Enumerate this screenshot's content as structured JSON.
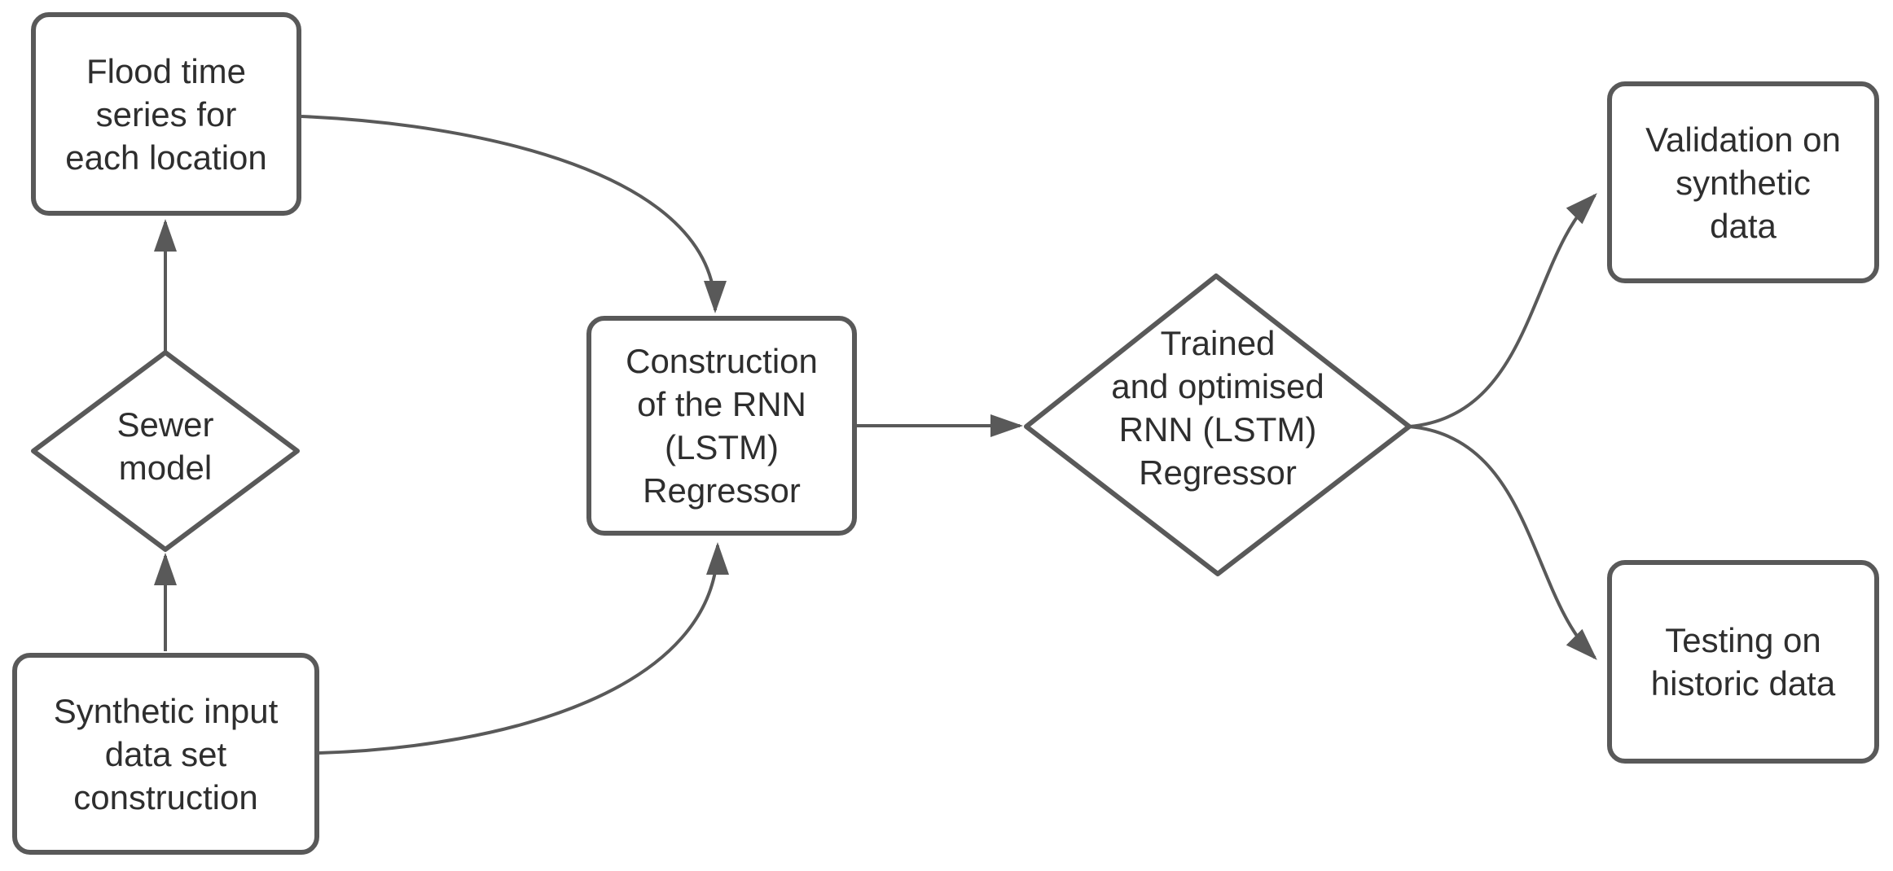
{
  "diagram": {
    "type": "flowchart",
    "background_color": "#ffffff",
    "stroke_color": "#595959",
    "text_color": "#2e2e2e",
    "nodes": {
      "flood": {
        "shape": "rounded-rect",
        "label": "Flood time\nseries for\neach location"
      },
      "sewer": {
        "shape": "diamond",
        "label": "Sewer\nmodel"
      },
      "synthetic": {
        "shape": "rounded-rect",
        "label": "Synthetic input\ndata set\nconstruction"
      },
      "construction": {
        "shape": "rounded-rect",
        "label": "Construction\nof the RNN\n(LSTM)\nRegressor"
      },
      "trained": {
        "shape": "diamond",
        "label": "Trained\nand optimised\nRNN (LSTM)\nRegressor"
      },
      "validation": {
        "shape": "rounded-rect",
        "label": "Validation on\nsynthetic\ndata"
      },
      "testing": {
        "shape": "rounded-rect",
        "label": "Testing on\nhistoric data"
      }
    },
    "edges": [
      {
        "from": "synthetic",
        "to": "sewer"
      },
      {
        "from": "sewer",
        "to": "flood"
      },
      {
        "from": "flood",
        "to": "construction"
      },
      {
        "from": "synthetic",
        "to": "construction"
      },
      {
        "from": "construction",
        "to": "trained"
      },
      {
        "from": "trained",
        "to": "validation"
      },
      {
        "from": "trained",
        "to": "testing"
      }
    ]
  }
}
